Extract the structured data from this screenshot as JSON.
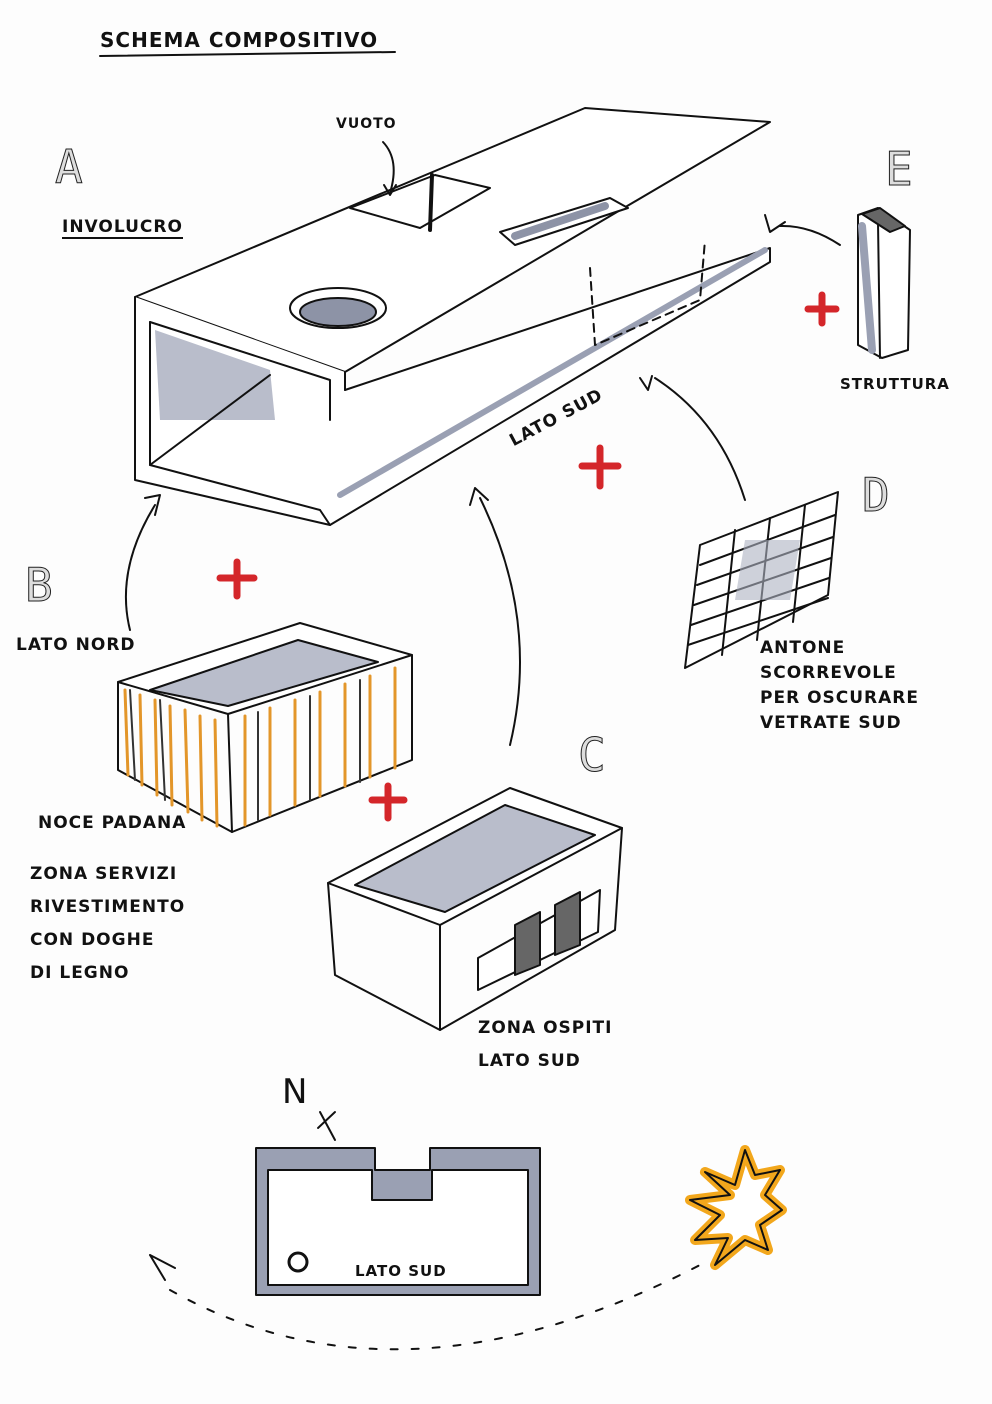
{
  "title": "SCHEMA COMPOSITIVO",
  "labels": {
    "a_letter": "A",
    "a_name": "INVOLUCRO",
    "vuoto": "VUOTO",
    "e_letter": "E",
    "e_name": "STRUTTURA",
    "lato_sud_main": "LATO SUD",
    "d_letter": "D",
    "d_desc": [
      "ANTONE",
      "SCORREVOLE",
      "PER OSCURARE",
      "VETRATE SUD"
    ],
    "b_letter": "B",
    "b_side": "LATO NORD",
    "b_material": "NOCE PADANA",
    "b_desc": [
      "ZONA SERVIZI",
      "RIVESTIMENTO",
      "CON DOGHE",
      "DI LEGNO"
    ],
    "c_letter": "C",
    "c_desc": [
      "ZONA OSPITI",
      "LATO SUD"
    ],
    "north": "N",
    "plan_side": "LATO SUD"
  },
  "colors": {
    "ink": "#111111",
    "marker_grey": "#aeb3c2",
    "plus_red": "#d4262a",
    "wood_orange": "#e3962a",
    "sun_yellow": "#f2a71c"
  }
}
